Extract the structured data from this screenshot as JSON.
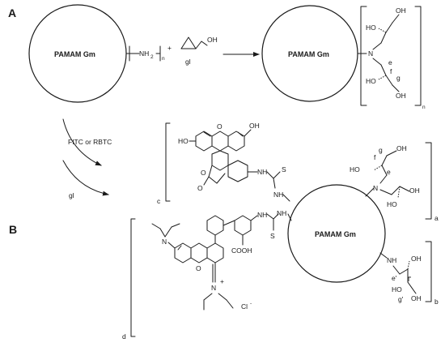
{
  "panels": {
    "a": "A",
    "b": "B"
  },
  "core_label": "PAMAM Gm",
  "reaction": {
    "amine_group": "NH",
    "amine_subscript": "2",
    "repeat_n": "n",
    "plus": "+",
    "glycidol_oh": "OH",
    "glycidol_label": "gl",
    "product_n": "n",
    "product_N": "N",
    "oh": "HO",
    "oh2": "OH",
    "carbon_labels": {
      "e": "e",
      "f": "f",
      "g": "g"
    }
  },
  "path_labels": {
    "dye": "FITC or RBTC",
    "gl": "gl"
  },
  "fitc": {
    "oh_left": "HO",
    "oh_right": "OH",
    "o_ring": "O",
    "o_lactone": "O",
    "o_carbonyl": "O",
    "nh1": "NH",
    "nh2": "NH",
    "s": "S",
    "bracket_label": "c"
  },
  "rbtc": {
    "n_top": "N",
    "n_bottom": "N",
    "plus": "+",
    "o_ring": "O",
    "cooh": "COOH",
    "nh1": "NH",
    "nh2": "NH",
    "s": "S",
    "cl": "Cl",
    "cl_sup": "-",
    "bracket_label": "d"
  },
  "branch_a": {
    "N": "N",
    "HO": "HO",
    "OH": "OH",
    "g": "g",
    "f": "f",
    "e": "e",
    "bracket_label": "a"
  },
  "branch_b": {
    "NH": "NH",
    "HO": "HO",
    "OH": "OH",
    "e1": "e'",
    "f1": "f'",
    "g1": "g'",
    "bracket_label": "b"
  }
}
